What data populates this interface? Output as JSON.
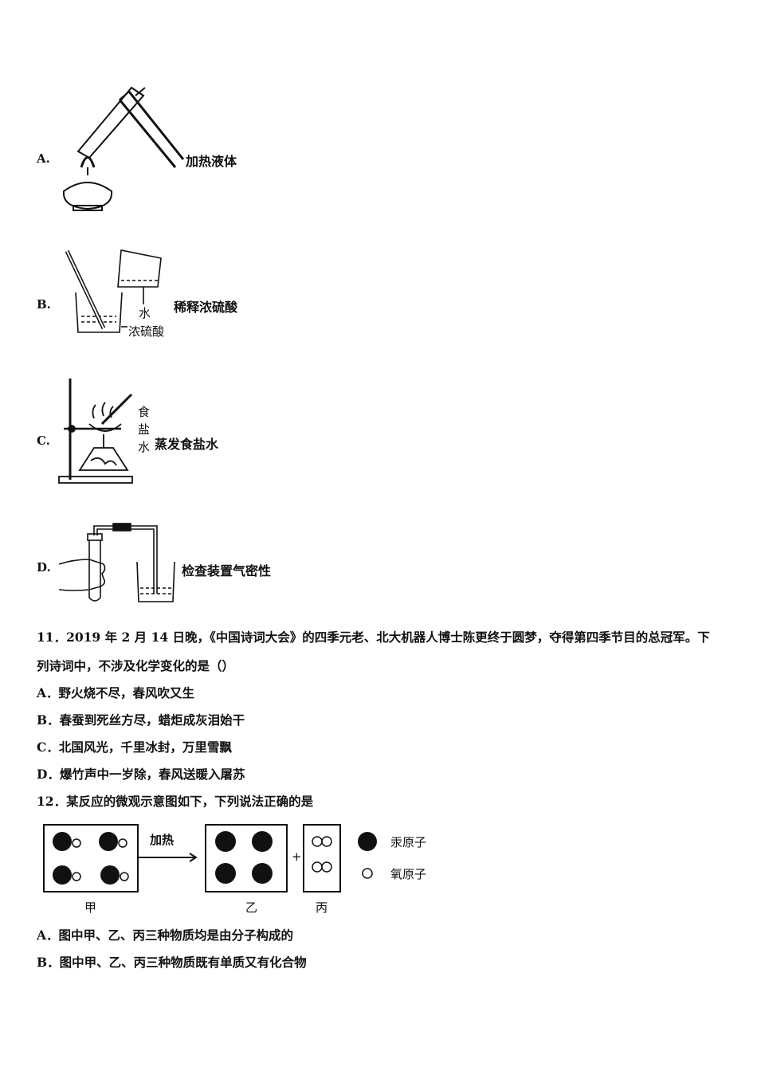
{
  "options_q10": [
    {
      "letter": "A.",
      "caption": "加热液体"
    },
    {
      "letter": "B.",
      "caption": "稀释浓硫酸",
      "labels": {
        "water": "水",
        "acid": "浓硫酸"
      }
    },
    {
      "letter": "C.",
      "caption": "蒸发食盐水",
      "labels": {
        "v1": "食",
        "v2": "盐",
        "v3": "水"
      }
    },
    {
      "letter": "D.",
      "caption": "检查装置气密性"
    }
  ],
  "q11": {
    "line1": "11．2019 年 2 月 14 日晚，《中国诗词大会》的四季元老、北大机器人博士陈更终于圆梦，夺得第四季节目的总冠军。下",
    "line2": "列诗词中，不涉及化学变化的是（）",
    "options": [
      "A．野火烧不尽，春风吹又生",
      "B．春蚕到死丝方尽，蜡炬成灰泪始干",
      "C．北国风光，千里冰封，万里雪飘",
      "D．爆竹声中一岁除，春风送暖入屠苏"
    ]
  },
  "q12": {
    "stem": "12．某反应的微观示意图如下，下列说法正确的是",
    "diagram": {
      "arrow_label": "加热",
      "box_labels": [
        "甲",
        "乙",
        "丙"
      ],
      "plus": "+",
      "legend": [
        "汞原子",
        "氧原子"
      ]
    },
    "options": [
      "A．图中甲、乙、丙三种物质均是由分子构成的",
      "B．图中甲、乙、丙三种物质既有单质又有化合物"
    ]
  }
}
